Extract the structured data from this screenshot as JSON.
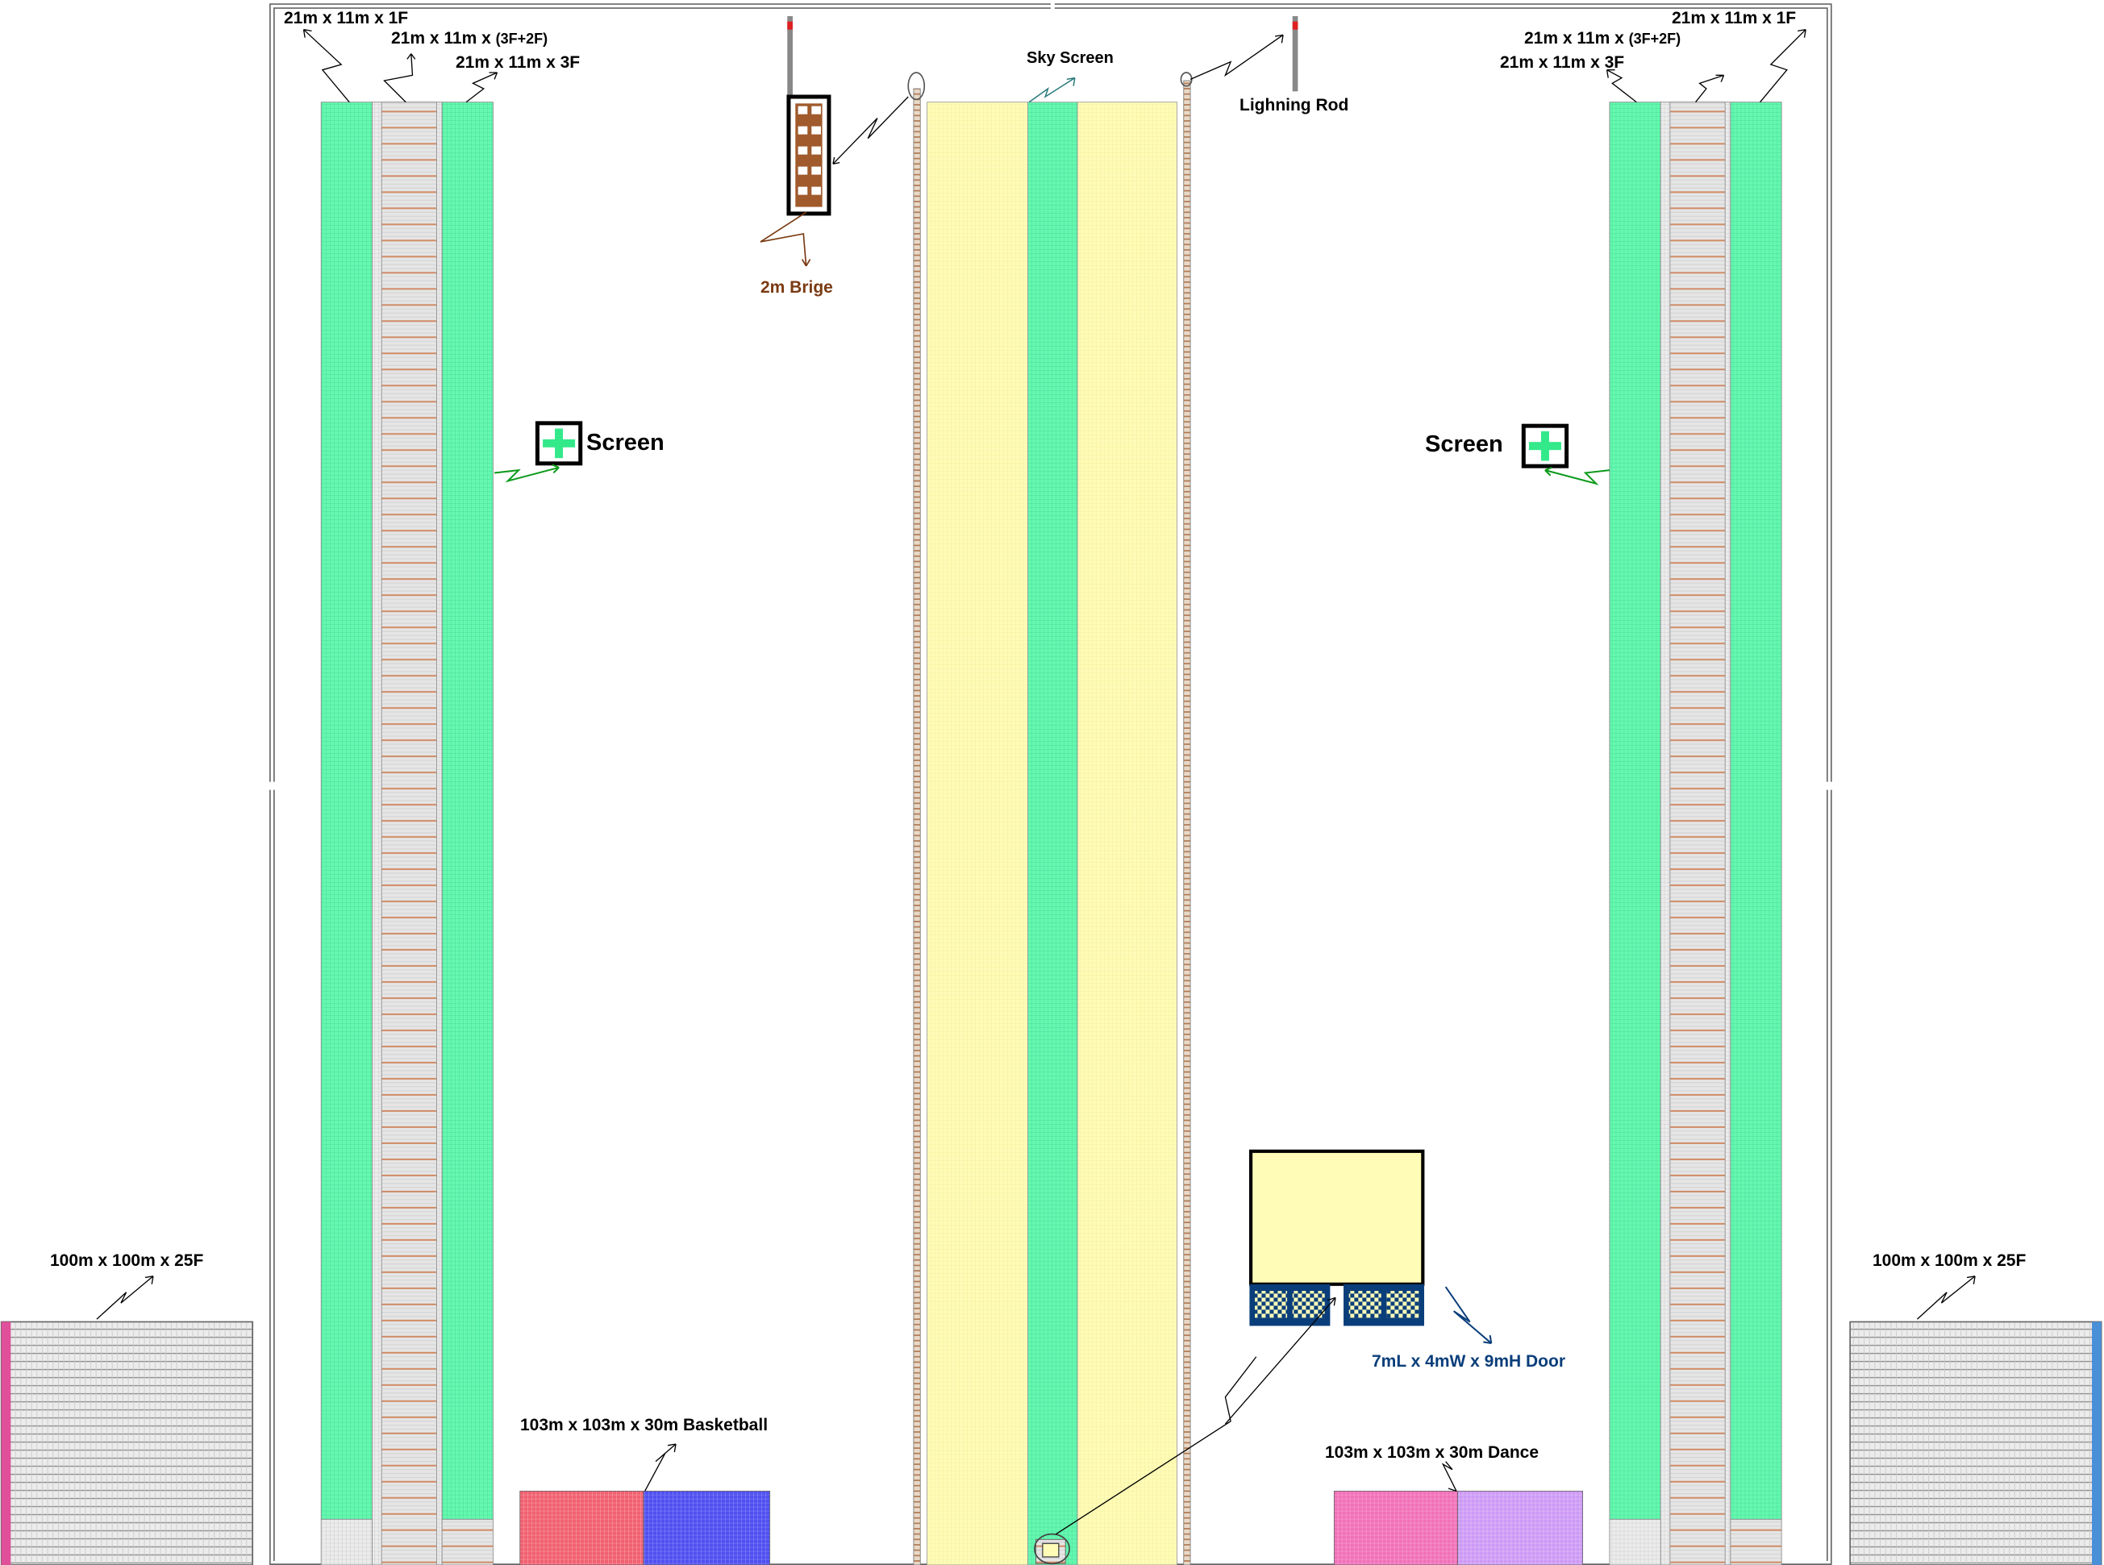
{
  "labels": {
    "left_1f": "21m x 11m x 1F",
    "left_3f2f_main": "21m x 11m x ",
    "left_3f2f_suffix": "(3F+2F)",
    "left_3f": "21m x 11m x 3F",
    "right_1f": "21m x 11m x 1F",
    "right_3f2f_main": "21m x 11m x ",
    "right_3f2f_suffix": "(3F+2F)",
    "right_3f": "21m x 11m x 3F",
    "sky_screen": "Sky Screen",
    "lightning_rod": "Lighning Rod",
    "bridge": "2m Brige",
    "screen_left": "Screen",
    "screen_right": "Screen",
    "block_left": "100m x 100m x 25F",
    "block_right": "100m x 100m x 25F",
    "basketball": "103m x 103m x 30m Basketball",
    "dance_main": "103m x 103m x 30m",
    "dance_suffix": "Dance",
    "door": "7mL x 4mW x 9mH Door"
  },
  "colors": {
    "green": "#66f7b0",
    "yellow": "#fffcb8",
    "brick": "#cf8a64",
    "grey": "#e2e2e2",
    "red": "#f06070",
    "blue": "#5050f0",
    "pink": "#f070b8",
    "lilac": "#cc99f5",
    "brown": "#7a3a12",
    "door_blue": "#0a3e7a",
    "rod_red": "#e02020",
    "rod_grey": "#888888"
  },
  "icons": [
    "screen-icon",
    "ladder-bridge-icon",
    "lightning-rod-icon",
    "door-icon"
  ]
}
